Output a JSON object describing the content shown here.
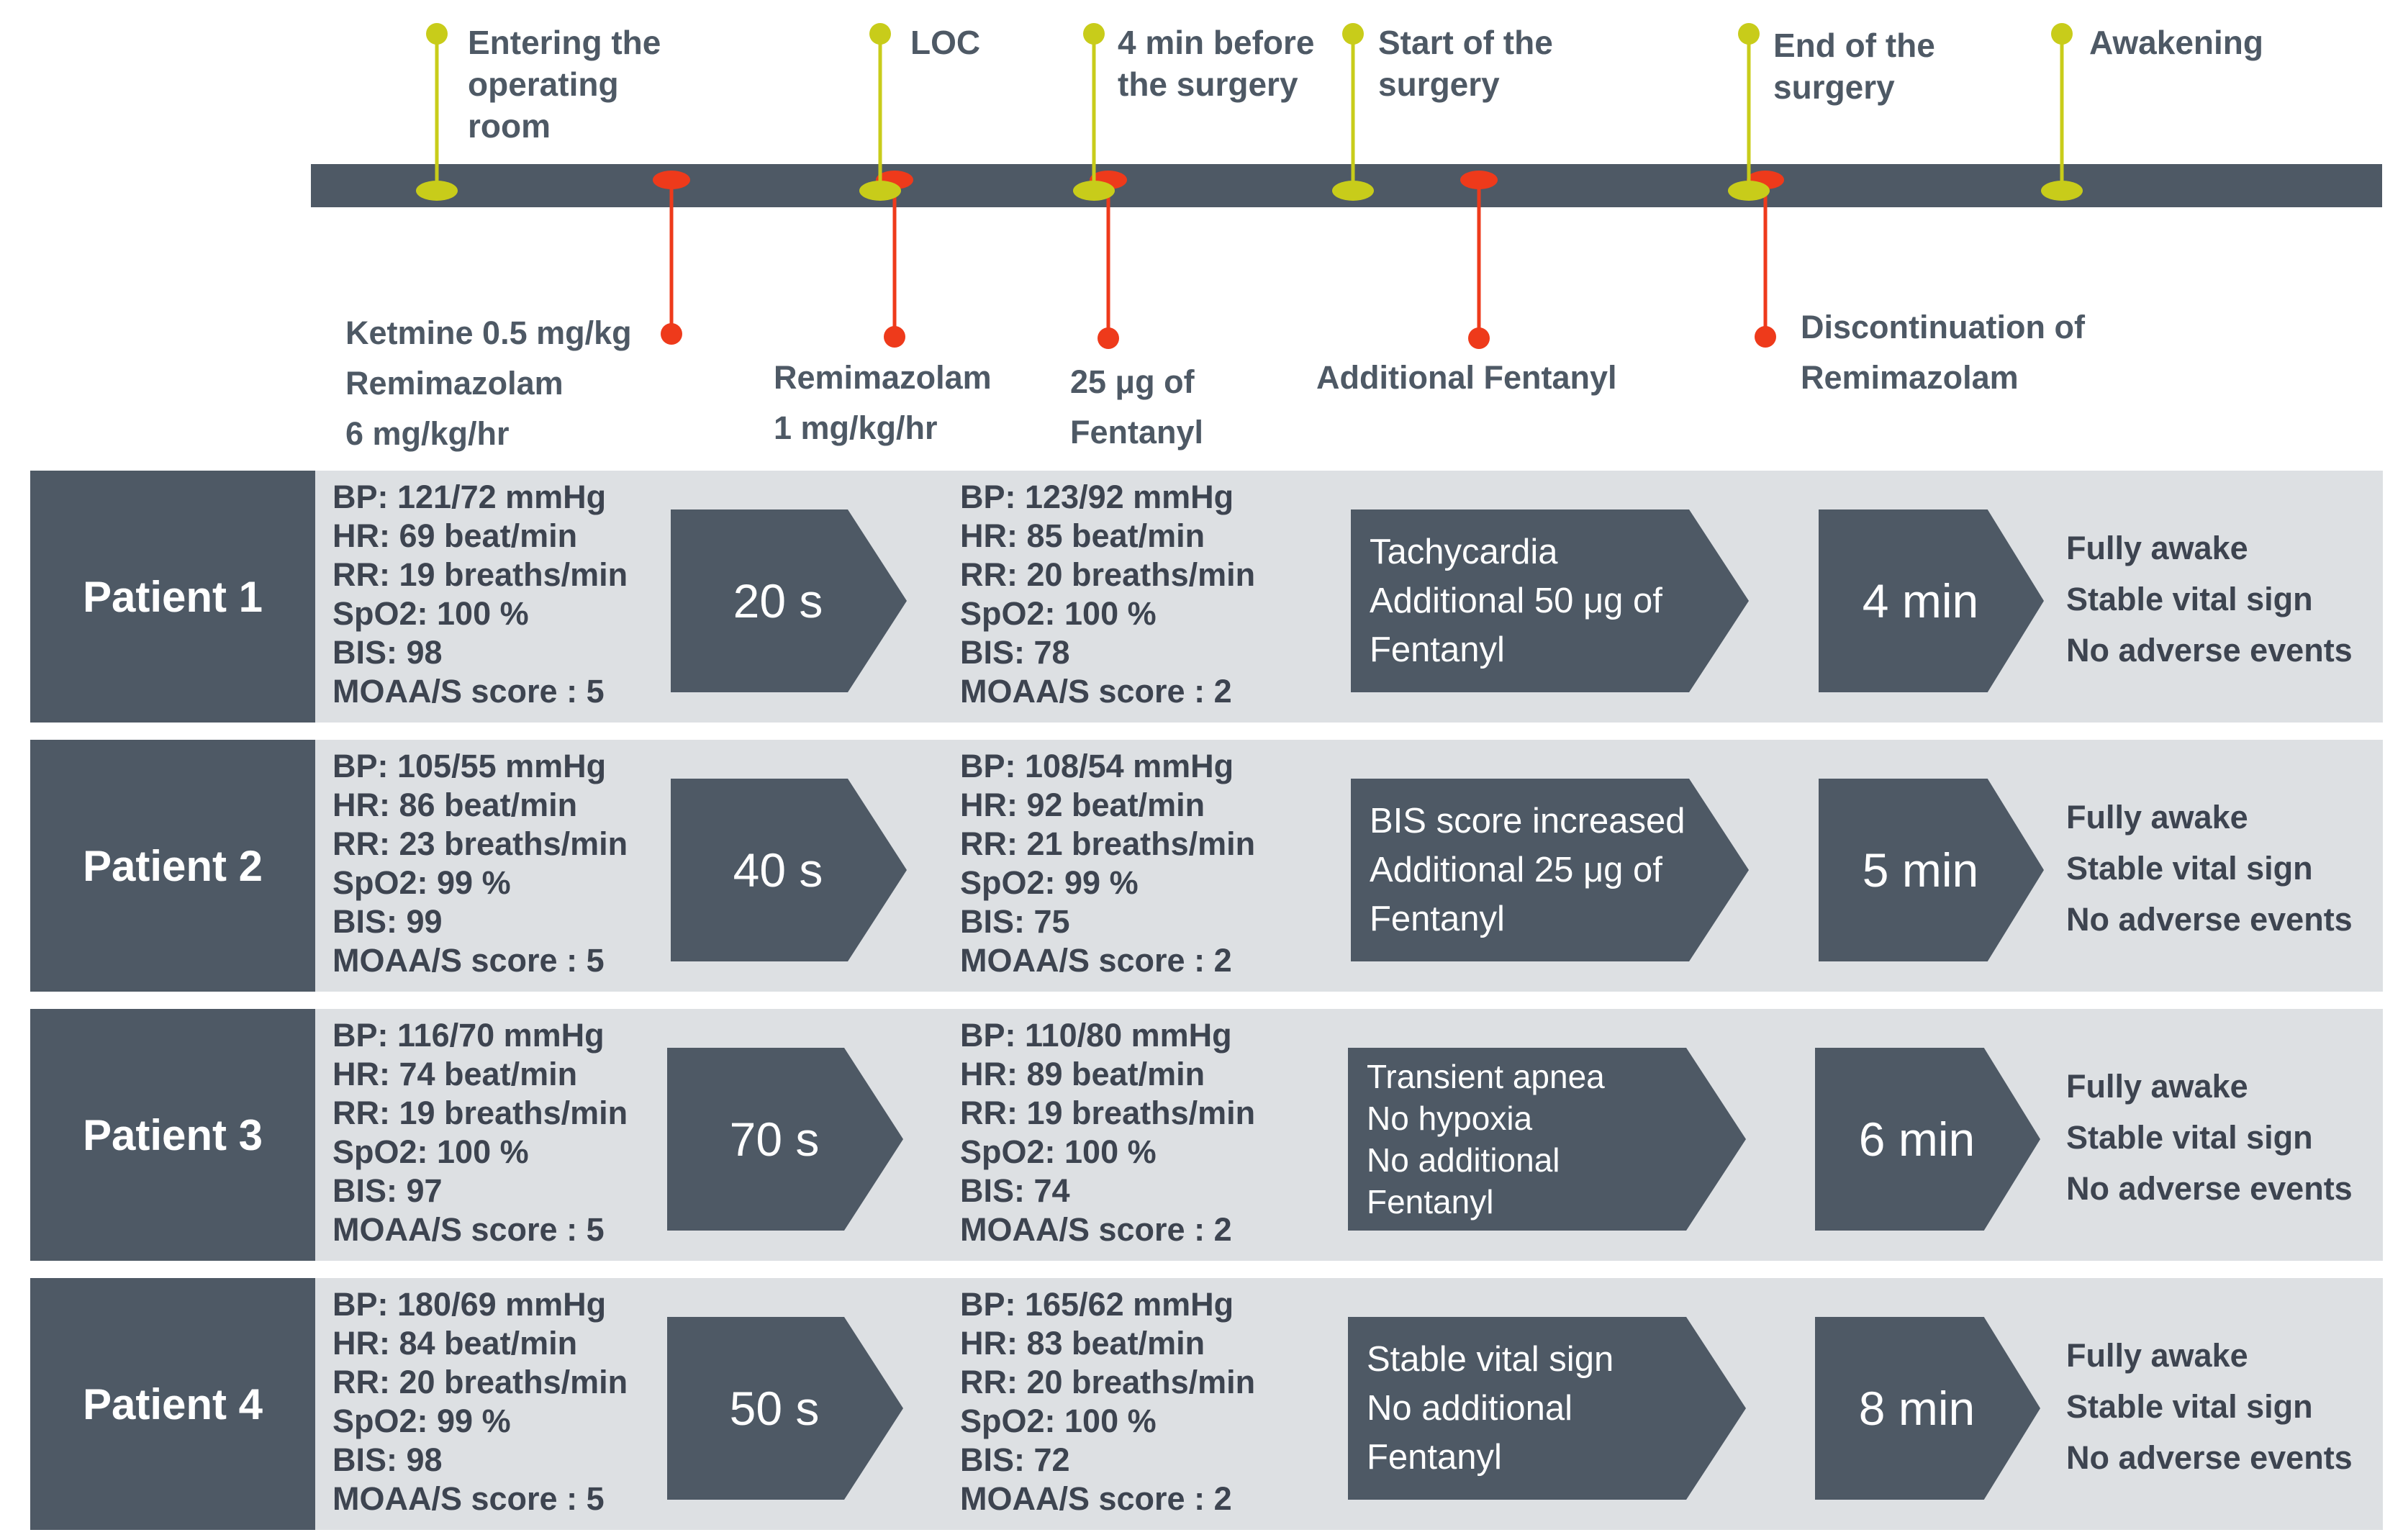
{
  "timeline": {
    "events": [
      {
        "label": "Entering the\noperating\nroom"
      },
      {
        "label": "LOC"
      },
      {
        "label": "4 min before\nthe surgery"
      },
      {
        "label": "Start of the\nsurgery"
      },
      {
        "label": "End of the\nsurgery"
      },
      {
        "label": "Awakening"
      }
    ],
    "drugs": [
      {
        "label": "Ketmine 0.5 mg/kg\nRemimazolam\n6 mg/kg/hr"
      },
      {
        "label": "Remimazolam\n1 mg/kg/hr"
      },
      {
        "label": "25 μg of\nFentanyl"
      },
      {
        "label": "Additional Fentanyl"
      },
      {
        "label": "Discontinuation of\nRemimazolam"
      }
    ]
  },
  "colors": {
    "timeline_bar": "#4e5965",
    "event_marker": "#c8cc1a",
    "drug_marker": "#ee3a1b",
    "box": "#4e5965",
    "row_background": "#dde0e3"
  },
  "patients": [
    {
      "name": "Patient 1",
      "vitals_before": "BP: 121/72 mmHg\nHR: 69 beat/min\nRR: 19 breaths/min\nSpO2: 100 %\nBIS: 98\nMOAA/S score : 5",
      "time_to_loc": "20 s",
      "vitals_after": "BP: 123/92 mmHg\nHR: 85 beat/min\nRR: 20 breaths/min\nSpO2: 100 %\nBIS: 78\nMOAA/S score : 2",
      "intraop_event": "Tachycardia\nAdditional 50 μg of\nFentanyl",
      "time_to_awake": "4 min",
      "outcome": "Fully awake\nStable vital sign\nNo adverse events"
    },
    {
      "name": "Patient 2",
      "vitals_before": "BP: 105/55 mmHg\nHR: 86 beat/min\nRR: 23 breaths/min\nSpO2: 99 %\nBIS: 99\nMOAA/S score : 5",
      "time_to_loc": "40 s",
      "vitals_after": "BP: 108/54 mmHg\nHR: 92 beat/min\nRR: 21 breaths/min\nSpO2: 99 %\nBIS: 75\nMOAA/S score : 2",
      "intraop_event": "BIS score increased\nAdditional 25 μg of\nFentanyl",
      "time_to_awake": "5 min",
      "outcome": "Fully awake\nStable vital sign\nNo adverse events"
    },
    {
      "name": "Patient 3",
      "vitals_before": "BP: 116/70 mmHg\nHR: 74 beat/min\nRR: 19 breaths/min\nSpO2: 100 %\nBIS: 97\nMOAA/S score : 5",
      "time_to_loc": "70 s",
      "vitals_after": "BP: 110/80 mmHg\nHR: 89 beat/min\nRR: 19 breaths/min\nSpO2: 100 %\nBIS: 74\nMOAA/S score : 2",
      "intraop_event": "Transient apnea\nNo hypoxia\nNo additional\nFentanyl",
      "time_to_awake": "6 min",
      "outcome": "Fully awake\nStable vital sign\nNo adverse events"
    },
    {
      "name": "Patient 4",
      "vitals_before": "BP: 180/69 mmHg\nHR: 84 beat/min\nRR: 20 breaths/min\nSpO2: 99 %\nBIS: 98\nMOAA/S score : 5",
      "time_to_loc": "50 s",
      "vitals_after": "BP: 165/62 mmHg\nHR: 83 beat/min\nRR: 20 breaths/min\nSpO2: 100 %\nBIS: 72\nMOAA/S score : 2",
      "intraop_event": "Stable vital sign\nNo additional\nFentanyl",
      "time_to_awake": "8 min",
      "outcome": "Fully awake\nStable vital sign\nNo adverse events"
    }
  ]
}
